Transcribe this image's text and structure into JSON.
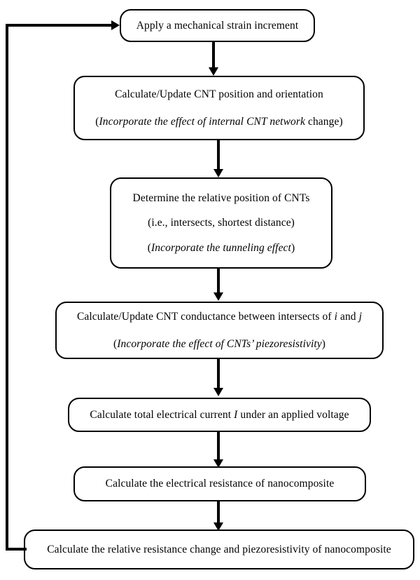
{
  "diagram": {
    "title": "CNT nanocomposite piezoresistivity simulation flowchart",
    "type": "flowchart",
    "orientation": "top-to-bottom",
    "stroke_color": "#000000",
    "fill_color": "#ffffff",
    "nodes": [
      {
        "id": "apply-strain",
        "shape": "rounded-rectangle",
        "lines": [
          {
            "text": "Apply a mechanical strain increment",
            "style": "normal"
          }
        ]
      },
      {
        "id": "update-position",
        "shape": "rounded-rectangle",
        "lines": [
          {
            "text": "Calculate/Update CNT position and orientation",
            "style": "normal"
          },
          {
            "pre": "(",
            "italic": "Incorporate the effect of internal CNT network",
            "post": " change)",
            "style": "mixed"
          }
        ]
      },
      {
        "id": "relative-position",
        "shape": "rounded-rectangle",
        "lines": [
          {
            "text": "Determine the relative position of CNTs",
            "style": "normal"
          },
          {
            "text": "(i.e., intersects, shortest distance)",
            "style": "normal"
          },
          {
            "pre": "(",
            "italic": "Incorporate the tunneling effect",
            "post": ")",
            "style": "mixed"
          }
        ]
      },
      {
        "id": "cnt-conductance",
        "shape": "rounded-rectangle",
        "lines": [
          {
            "pre": "Calculate/Update CNT conductance between intersects of ",
            "italic": "i",
            "mid": " and ",
            "italic2": "j",
            "post": "",
            "style": "mixed-vars"
          },
          {
            "pre": "(",
            "italic": "Incorporate the effect of CNTs’ piezoresistivity",
            "post": ")",
            "style": "mixed"
          }
        ]
      },
      {
        "id": "total-current",
        "shape": "rounded-rectangle",
        "lines": [
          {
            "pre": "Calculate total electrical current ",
            "italic": "I",
            "post": " under an applied voltage",
            "style": "mixed"
          }
        ]
      },
      {
        "id": "electrical-resistance",
        "shape": "rounded-rectangle",
        "lines": [
          {
            "text": "Calculate the electrical resistance of nanocomposite",
            "style": "normal"
          }
        ]
      },
      {
        "id": "relative-resistance",
        "shape": "rounded-rectangle",
        "lines": [
          {
            "text": "Calculate the relative resistance change and piezoresistivity of nanocomposite",
            "style": "normal"
          }
        ]
      }
    ],
    "edges": [
      {
        "from": "apply-strain",
        "to": "update-position",
        "kind": "arrow-down"
      },
      {
        "from": "update-position",
        "to": "relative-position",
        "kind": "arrow-down"
      },
      {
        "from": "relative-position",
        "to": "cnt-conductance",
        "kind": "arrow-down"
      },
      {
        "from": "cnt-conductance",
        "to": "total-current",
        "kind": "arrow-down"
      },
      {
        "from": "total-current",
        "to": "electrical-resistance",
        "kind": "arrow-down"
      },
      {
        "from": "electrical-resistance",
        "to": "relative-resistance",
        "kind": "arrow-down"
      },
      {
        "from": "relative-resistance",
        "to": "apply-strain",
        "kind": "feedback-loop-left"
      }
    ]
  }
}
